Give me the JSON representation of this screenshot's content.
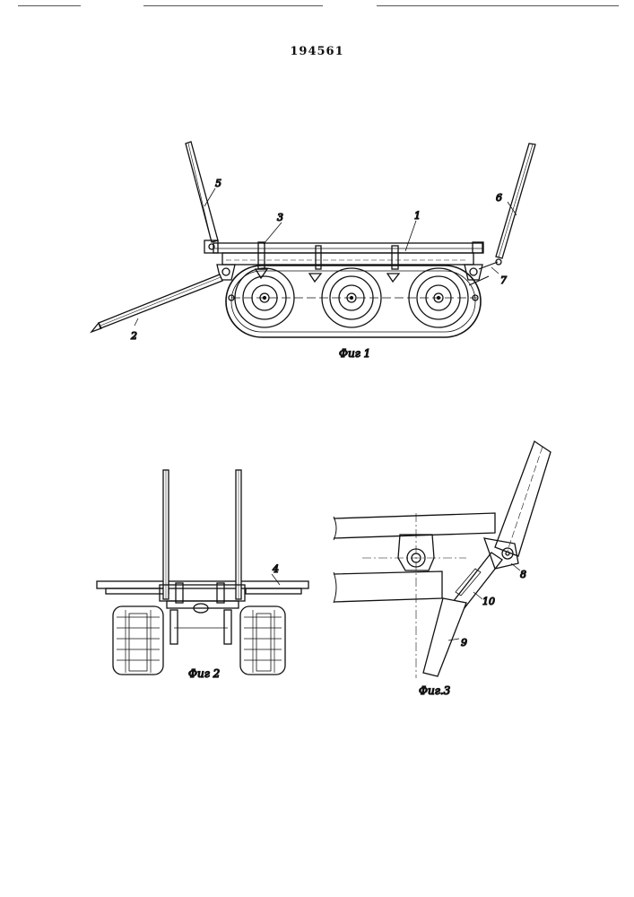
{
  "document": {
    "patent_number": "194561"
  },
  "figures": {
    "fig1": {
      "caption": "Фиг 1",
      "callouts": {
        "n1": "1",
        "n2": "2",
        "n3": "3",
        "n5": "5",
        "n6": "6",
        "n7": "7"
      }
    },
    "fig2": {
      "caption": "Фиг 2",
      "callouts": {
        "n4": "4"
      }
    },
    "fig3": {
      "caption": "Фиг.3",
      "callouts": {
        "n8": "8",
        "n9": "9",
        "n10": "10"
      }
    }
  }
}
